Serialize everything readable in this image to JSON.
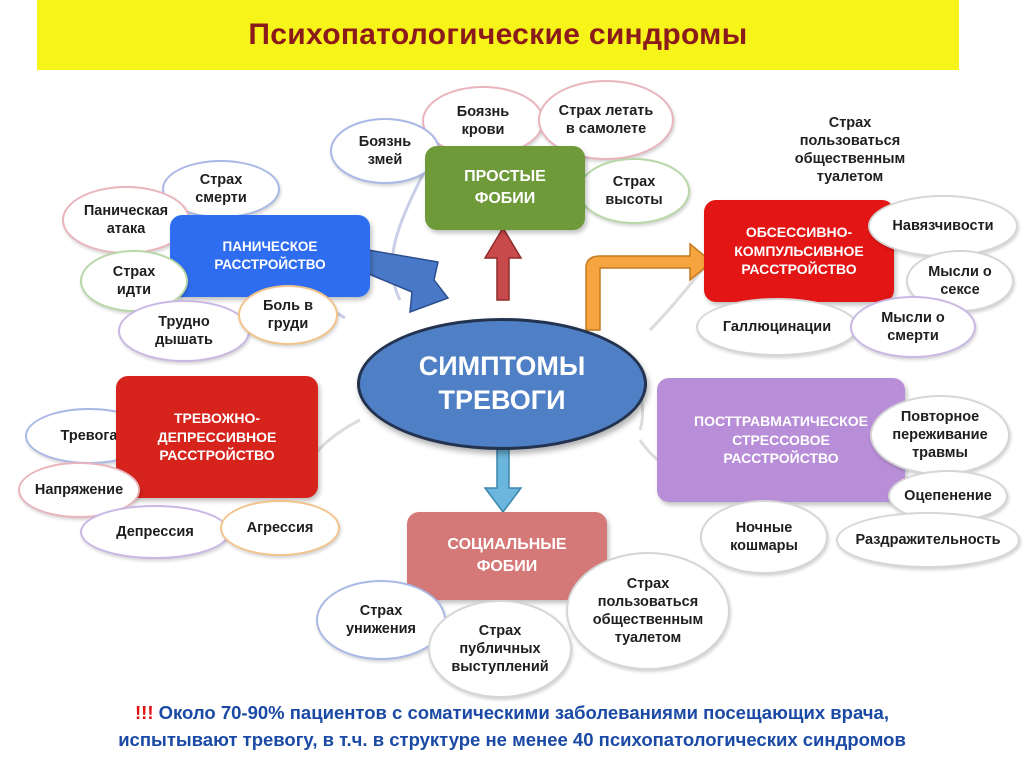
{
  "title": "Психопатологические синдромы",
  "center": "СИМПТОМЫ ТРЕВОГИ",
  "categories": {
    "panic": "ПАНИЧЕСКОЕ РАССТРОЙСТВО",
    "simple": "ПРОСТЫЕ ФОБИИ",
    "ocd": "ОБСЕССИВНО-КОМПУЛЬСИВНОЕ РАССТРОЙСТВО",
    "dep": "ТРЕВОЖНО-ДЕПРЕССИВНОЕ РАССТРОЙСТВО",
    "ptsd": "ПОСТТРАВМАТИЧЕСКОЕ СТРЕССОВОЕ РАССТРОЙСТВО",
    "social": "СОЦИАЛЬНЫЕ ФОБИИ"
  },
  "panic_items": {
    "fear_death": "Страх смерти",
    "attack": "Паническая атака",
    "fear_walk": "Страх идти",
    "breath": "Трудно дышать",
    "chest": "Боль в груди"
  },
  "simple_items": {
    "snakes": "Боязнь змей",
    "blood": "Боязнь крови",
    "flying": "Страх летать в самолете",
    "height": "Страх высоты"
  },
  "ocd_items": {
    "toilet": "Страх пользоваться общественным туалетом",
    "obsessions": "Навязчивости",
    "sex": "Мысли о сексе",
    "hallucinations": "Галлюцинации",
    "death": "Мысли о смерти"
  },
  "dep_items": {
    "anxiety": "Тревога",
    "tension": "Напряжение",
    "depression": "Депрессия",
    "aggression": "Агрессия"
  },
  "ptsd_items": {
    "reliving": "Повторное переживание травмы",
    "numbness": "Оцепенение",
    "irritability": "Раздражительность",
    "nightmares": "Ночные кошмары"
  },
  "social_items": {
    "humiliation": "Страх унижения",
    "public": "Страх публичных выступлений",
    "toilet": "Страх пользоваться общественным туалетом"
  },
  "footer": {
    "exclaim": "!!!",
    "line1": " Около 70-90% пациентов с соматическими заболеваниями посещающих врача,",
    "line2": "испытывают тревогу, в т.ч. в структуре не менее 40 психопатологических синдромов"
  },
  "colors": {
    "title_bar": "#f7f41a",
    "title_text": "#8b1a1a",
    "center": "#4f7fc4",
    "panic": "#2f6df0",
    "simple": "#6f9a3a",
    "ocd": "#e31515",
    "dep": "#d6231c",
    "ptsd": "#b98ed8",
    "social": "#d47878",
    "footer_text": "#1a4aa5",
    "footer_exclaim": "#e01010"
  }
}
